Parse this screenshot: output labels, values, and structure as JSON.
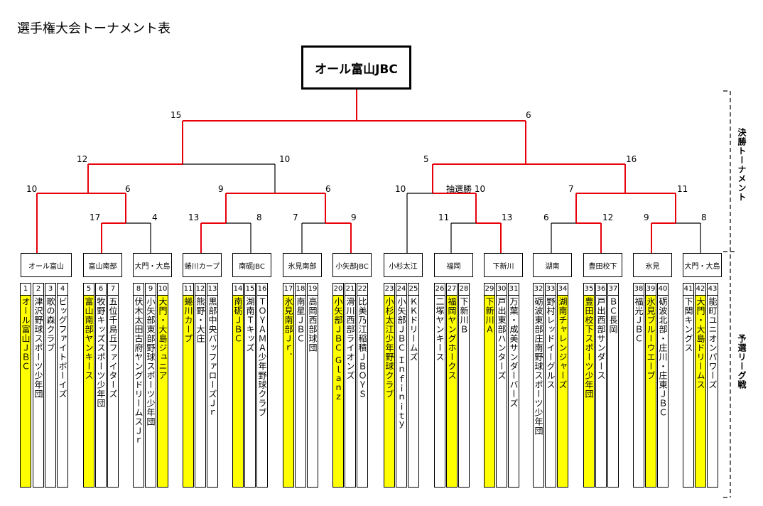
{
  "page": {
    "title": "選手権大会トーナメント表"
  },
  "champion": "オール富山JBC",
  "side_labels": {
    "final_tournament": "決勝トーナメント",
    "preliminary": "予選リーグ戦"
  },
  "scores": {
    "final_left": "15",
    "final_right": "6",
    "sf_left_a": "12",
    "sf_left_b": "10",
    "sf_right_a": "5",
    "sf_right_b": "16",
    "qf1_a": "10",
    "qf1_b": "6",
    "qf2_a": "9",
    "qf2_b": "6",
    "qf3_a": "10",
    "qf3_b": "抽選勝 10",
    "qf4_a": "7",
    "qf4_b": "11",
    "r1_b2_a": "17",
    "r1_b2_b": "4",
    "r1_b4_a": "13",
    "r1_b4_b": "8",
    "r1_b6_a": "7",
    "r1_b6_b": "9",
    "r1_b8_a": "11",
    "r1_b8_b": "13",
    "r1_b10_a": "6",
    "r1_b10_b": "12",
    "r1_b12_a": "9",
    "r1_b12_b": "8"
  },
  "blocks": [
    {
      "name": "オール富山",
      "teams": [
        {
          "num": "1",
          "name": "オール富山ＪＢＣ",
          "win": true
        },
        {
          "num": "2",
          "name": "津沢野球スポーツ少年団",
          "win": false
        },
        {
          "num": "3",
          "name": "歌の森クラブ",
          "win": false
        },
        {
          "num": "4",
          "name": "ビッグファイトボーイズ",
          "win": false
        }
      ]
    },
    {
      "name": "富山南部",
      "teams": [
        {
          "num": "5",
          "name": "富山南部ヤンキース",
          "win": true
        },
        {
          "num": "6",
          "name": "牧野キッズスポーツ少年団",
          "win": false
        },
        {
          "num": "7",
          "name": "五位千鳥丘ファイターズ",
          "win": false
        }
      ]
    },
    {
      "name": "大門・大島",
      "teams": [
        {
          "num": "8",
          "name": "伏木太田古府ヤングドリームスＪｒ",
          "win": false
        },
        {
          "num": "9",
          "name": "小矢部東部野球スポーツ少年団",
          "win": false
        },
        {
          "num": "10",
          "name": "大門・大島ジュニア",
          "win": true
        }
      ]
    },
    {
      "name": "蜷川カープ",
      "teams": [
        {
          "num": "11",
          "name": "蜷川カープ",
          "win": true
        },
        {
          "num": "12",
          "name": "熊野・大庄",
          "win": false
        },
        {
          "num": "13",
          "name": "黒部中央バッファローズＪｒ",
          "win": false
        }
      ]
    },
    {
      "name": "南砺JBC",
      "teams": [
        {
          "num": "14",
          "name": "南砺ＪＢＣ",
          "win": true
        },
        {
          "num": "15",
          "name": "湖南Ｔキッズ",
          "win": false
        },
        {
          "num": "16",
          "name": "ＴＯＹＡＭＡ少年野球クラブ",
          "win": false
        }
      ]
    },
    {
      "name": "氷見南部",
      "teams": [
        {
          "num": "17",
          "name": "氷見南部Ｊｒ．",
          "win": true
        },
        {
          "num": "18",
          "name": "南星ＪＢＣ",
          "win": false
        },
        {
          "num": "19",
          "name": "高岡西部球団",
          "win": false
        }
      ]
    },
    {
      "name": "小矢部JBC",
      "teams": [
        {
          "num": "20",
          "name": "小矢部ＪＢＣ Ｇｌａｎｚ",
          "win": true
        },
        {
          "num": "21",
          "name": "滑川西部ライオンズ",
          "win": false
        },
        {
          "num": "22",
          "name": "比美乃江稲積ＪＢＯＹＳ",
          "win": false
        }
      ]
    },
    {
      "name": "小杉太江",
      "teams": [
        {
          "num": "23",
          "name": "小杉太江少年野球クラブ",
          "win": true
        },
        {
          "num": "24",
          "name": "小矢部ＪＢＣ Ｉｎｆｉｎｉｔｙ",
          "win": false
        },
        {
          "num": "25",
          "name": "ＫＫドリームズ",
          "win": false
        }
      ]
    },
    {
      "name": "福岡",
      "teams": [
        {
          "num": "26",
          "name": "二塚ヤンキース",
          "win": false
        },
        {
          "num": "27",
          "name": "福岡ヤングホークス",
          "win": true
        },
        {
          "num": "28",
          "name": "下新川Ｂ",
          "win": false
        }
      ]
    },
    {
      "name": "下新川",
      "teams": [
        {
          "num": "29",
          "name": "下新川Ａ",
          "win": true
        },
        {
          "num": "30",
          "name": "戸出東部ハンターズ",
          "win": false
        },
        {
          "num": "31",
          "name": "万葉・成美サンダーバーズ",
          "win": false
        }
      ]
    },
    {
      "name": "湖南",
      "teams": [
        {
          "num": "32",
          "name": "砺波東部庄南野球スポーツ少年団",
          "win": false
        },
        {
          "num": "33",
          "name": "野村レッドイーグルス",
          "win": false
        },
        {
          "num": "34",
          "name": "湖南チャレンジャーズ",
          "win": true
        }
      ]
    },
    {
      "name": "豊田校下",
      "teams": [
        {
          "num": "35",
          "name": "豊田校下スポーツ少年団",
          "win": true
        },
        {
          "num": "36",
          "name": "戸出西部サンダース",
          "win": false
        },
        {
          "num": "37",
          "name": "ＢＣ長岡",
          "win": false
        }
      ]
    },
    {
      "name": "氷見",
      "teams": [
        {
          "num": "38",
          "name": "福光ＪＢＣ",
          "win": false
        },
        {
          "num": "39",
          "name": "氷見ブルーウエーブ",
          "win": true
        },
        {
          "num": "40",
          "name": "砺波北部・庄川・庄東ＪＢＣ",
          "win": false
        }
      ]
    },
    {
      "name": "大門・大島",
      "teams": [
        {
          "num": "41",
          "name": "下関キングス",
          "win": false
        },
        {
          "num": "42",
          "name": "大門・大島ドリームス",
          "win": true
        },
        {
          "num": "43",
          "name": "能町ユニオンパワーズ",
          "win": false
        }
      ]
    }
  ],
  "colors": {
    "win_path": "#e8000b",
    "normal": "#000000",
    "win_fill": "#ffff00"
  }
}
